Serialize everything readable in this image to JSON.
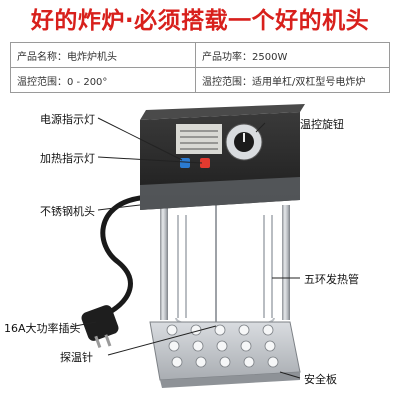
{
  "headline": "好的炸炉·必须搭载一个好的机头",
  "specs": {
    "name": "产品名称：电炸炉机头",
    "power": "产品功率：2500W",
    "temp_range": "温控范围：0 - 200°",
    "models": "温控范围：适用单杠/双杠型号电炸炉"
  },
  "callouts": {
    "power_light": "电源指示灯",
    "heat_light": "加热指示灯",
    "steel_head": "不锈钢机头",
    "plug": "16A大功率插头",
    "probe": "探温针",
    "knob": "温控旋钮",
    "tube": "五环发热管",
    "plate": "安全板"
  },
  "colors": {
    "headline": "#d8201c",
    "panel": "#2b2b2b",
    "steel": "#c9ccd0"
  }
}
